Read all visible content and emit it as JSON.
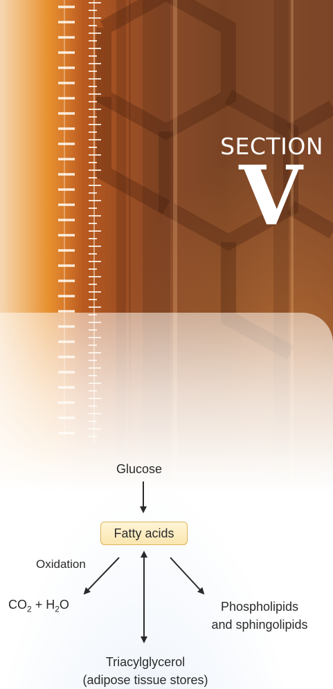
{
  "section": {
    "word": "SECTION",
    "numeral": "V"
  },
  "diagram": {
    "top_input": "Glucose",
    "center_node": "Fatty acids",
    "oxidation_label": "Oxidation",
    "products": {
      "oxidation_product_parts": [
        "CO",
        "2",
        " + H",
        "2",
        "O"
      ],
      "phospholipids_line1": "Phospholipids",
      "phospholipids_line2": "and sphingolipids",
      "triacylglycerol_line1": "Triacylglycerol",
      "triacylglycerol_line2": "(adipose tissue stores)"
    }
  },
  "colors": {
    "cover_dark": "#7a4424",
    "cover_orange": "#e7902f",
    "box_fill": "#fbe6b0",
    "box_border": "#d9b35a",
    "arrow": "#2a2a2a"
  }
}
